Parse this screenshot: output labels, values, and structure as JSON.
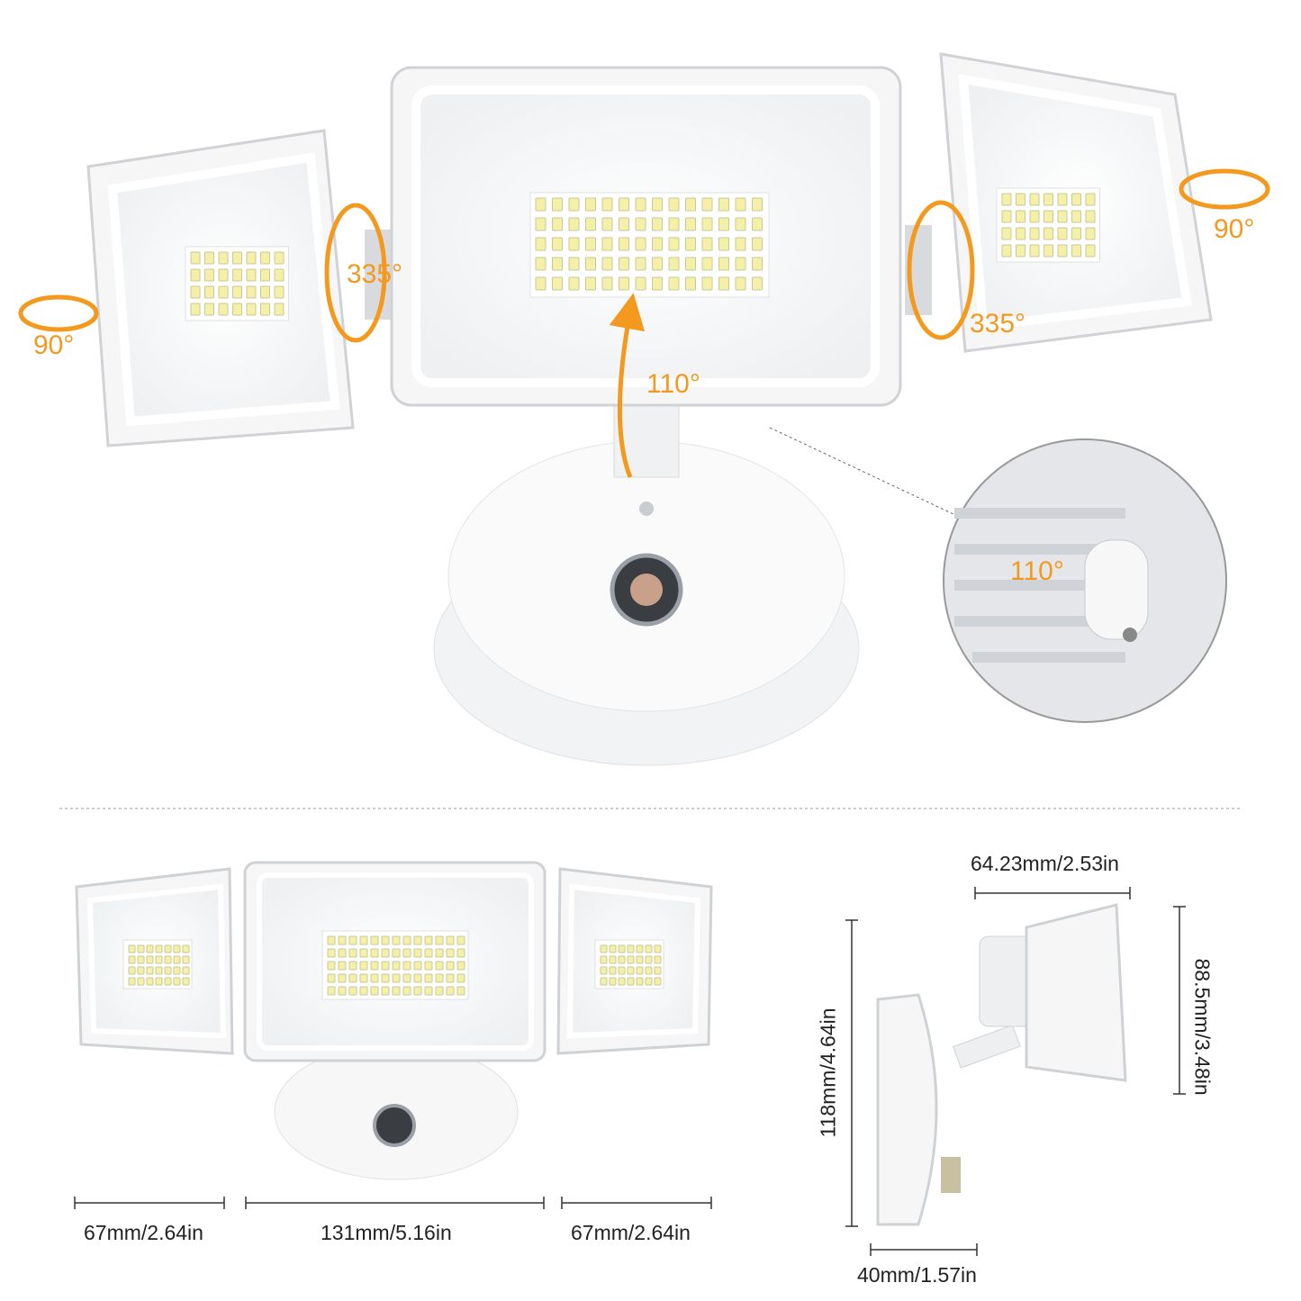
{
  "colors": {
    "accent": "#f39a1e",
    "housing": "#ffffff",
    "led": "#f4f0a8",
    "text": "#222222"
  },
  "top_view": {
    "left_head": {
      "rotation_horizontal": "90°",
      "rotation_vertical": "335°"
    },
    "right_head": {
      "rotation_horizontal": "90°",
      "rotation_vertical": "335°"
    },
    "center_head": {
      "tilt": "110°"
    },
    "inset_detail": {
      "tilt": "110°"
    }
  },
  "dimensions": {
    "front": {
      "left_width": "67mm/2.64in",
      "center_width": "131mm/5.16in",
      "right_width": "67mm/2.64in"
    },
    "side": {
      "head_depth": "64.23mm/2.53in",
      "head_height": "88.5mm/3.48in",
      "total_height": "118mm/4.64in",
      "base_depth": "40mm/1.57in"
    }
  }
}
